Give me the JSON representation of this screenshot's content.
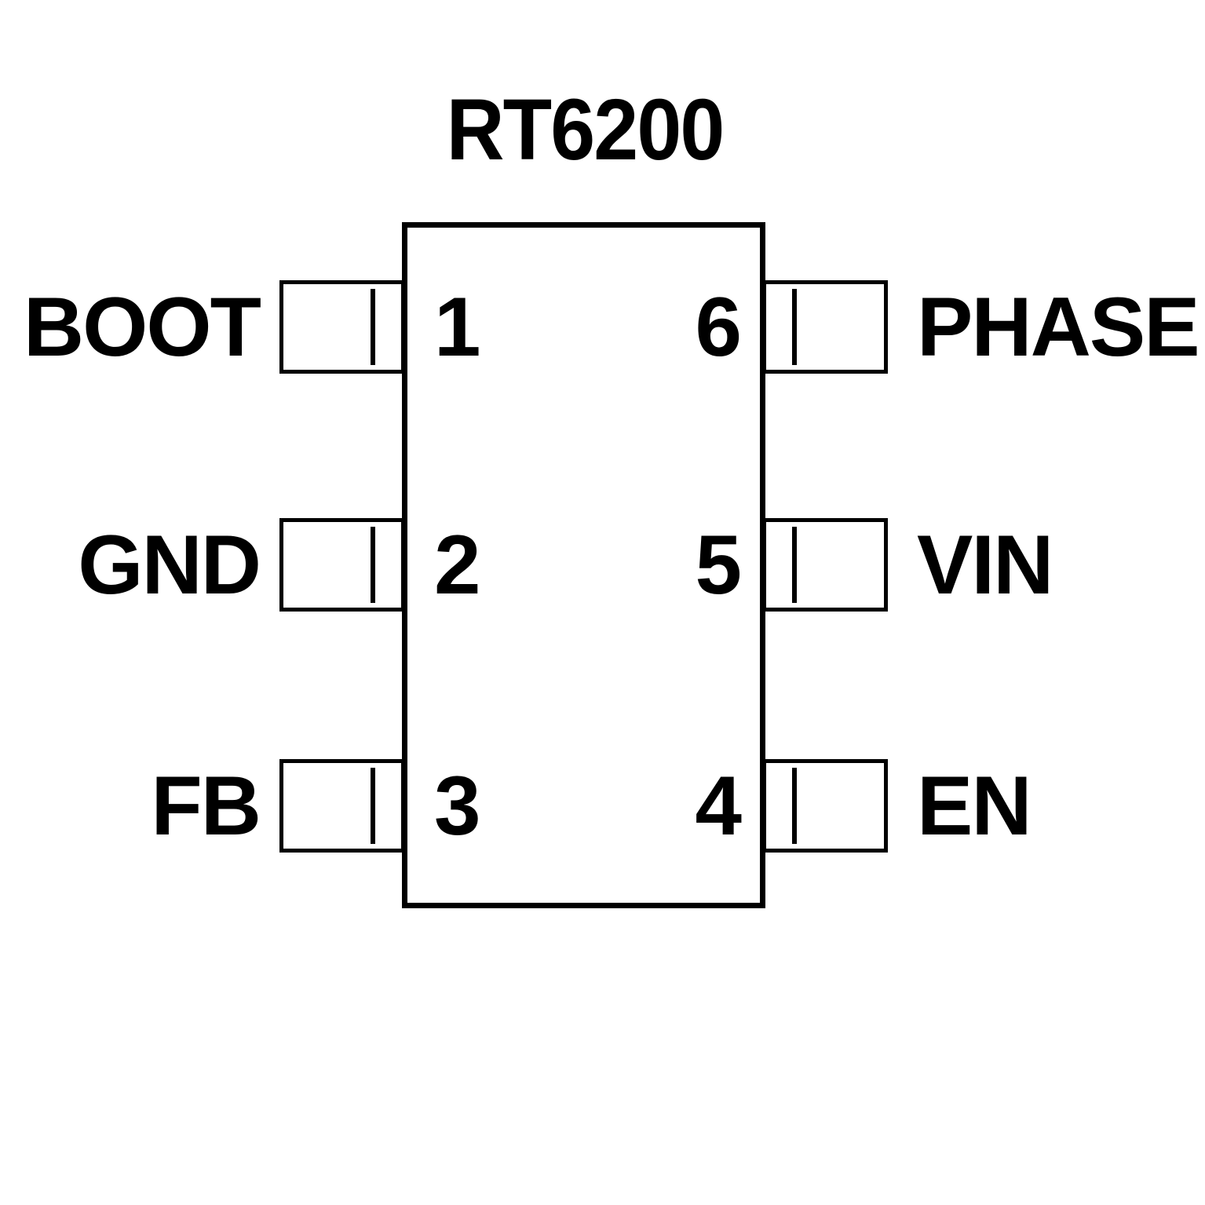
{
  "title": "RT6200",
  "colors": {
    "line": "#000000",
    "background": "#ffffff"
  },
  "chip": {
    "part_number": "RT6200",
    "pin_count": 6
  },
  "pins": [
    {
      "number": "1",
      "name": "BOOT",
      "side": "left",
      "row": 1
    },
    {
      "number": "2",
      "name": "GND",
      "side": "left",
      "row": 2
    },
    {
      "number": "3",
      "name": "FB",
      "side": "left",
      "row": 3
    },
    {
      "number": "4",
      "name": "EN",
      "side": "right",
      "row": 3
    },
    {
      "number": "5",
      "name": "VIN",
      "side": "right",
      "row": 2
    },
    {
      "number": "6",
      "name": "PHASE",
      "side": "right",
      "row": 1
    }
  ]
}
